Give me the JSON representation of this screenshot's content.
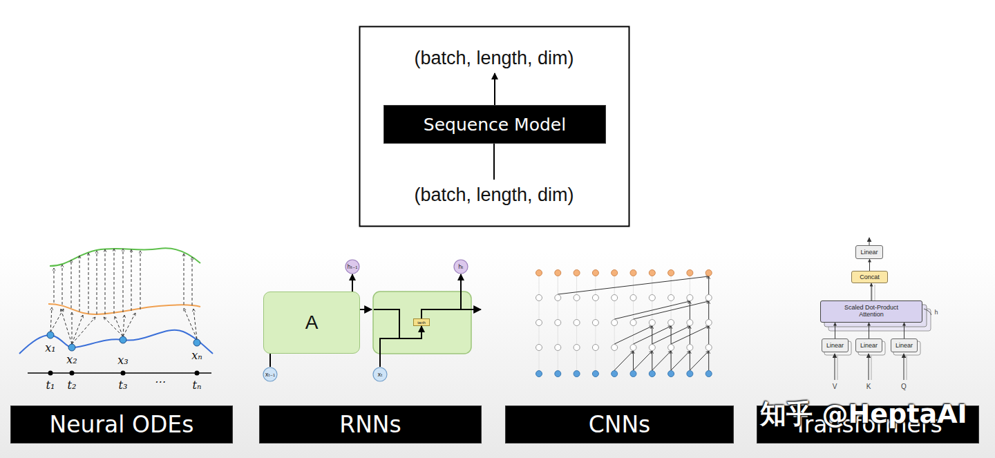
{
  "diagram": {
    "nodes": [
      {
        "text": [
          "(batch, length, dim)"
        ]
      },
      {
        "text": [
          "Sequence Model"
        ]
      },
      {
        "text": [
          "(batch, length, dim)"
        ]
      },
      {
        "text": [
          "Neural ODEs"
        ]
      },
      {
        "text": [
          "A"
        ]
      },
      {
        "text": [
          "hₜ₋₁"
        ]
      },
      {
        "text": [
          "xₜ₋₁"
        ]
      },
      {
        "text": [
          "tanh"
        ]
      },
      {
        "text": [
          "hₜ"
        ]
      },
      {
        "text": [
          "xₜ"
        ]
      },
      {
        "text": [
          "RNNs"
        ]
      },
      {
        "text": [
          "CNNs"
        ]
      },
      {
        "text": [
          "Linear"
        ]
      },
      {
        "text": [
          "Concat"
        ]
      },
      {
        "text": [
          "Scaled Dot-Product Attention"
        ]
      },
      {
        "text": [
          "Linear"
        ]
      },
      {
        "text": [
          "Linear"
        ]
      },
      {
        "text": [
          "Linear"
        ]
      },
      {
        "text": [
          "Transformers"
        ]
      }
    ],
    "edges": [
      {
        "from": 2,
        "to": 1,
        "arrow": "none"
      },
      {
        "from": 1,
        "to": 0,
        "arrow": "to"
      },
      {
        "from": 6,
        "to": 4,
        "arrow": "none"
      },
      {
        "from": 4,
        "to": 5,
        "arrow": "to"
      },
      {
        "from": 9,
        "to": 7,
        "arrow": "to"
      },
      {
        "from": 7,
        "to": 8,
        "arrow": "to"
      },
      {
        "from": 15,
        "to": 14,
        "arrow": "to"
      },
      {
        "from": 16,
        "to": 14,
        "arrow": "to"
      },
      {
        "from": 17,
        "to": 14,
        "arrow": "to"
      },
      {
        "from": 14,
        "to": 13,
        "arrow": "to"
      },
      {
        "from": 13,
        "to": 12,
        "arrow": "to"
      }
    ],
    "labels": [
      "x₁",
      "x₂",
      "x₃",
      "xₙ",
      "t₁",
      "t₂",
      "t₃",
      "⋯",
      "tₙ",
      "h",
      "V",
      "K",
      "Q",
      "知乎 @HeptaAI"
    ]
  }
}
